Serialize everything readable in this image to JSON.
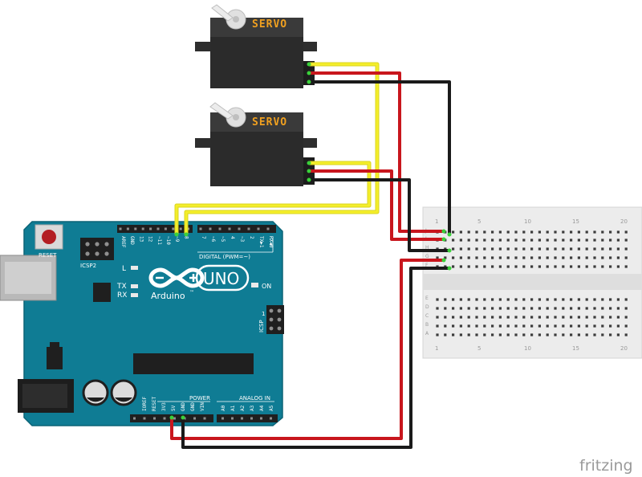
{
  "servos": [
    {
      "id": "servo-1",
      "label": "SERVO"
    },
    {
      "id": "servo-2",
      "label": "SERVO"
    }
  ],
  "arduino": {
    "reset_label": "RESET",
    "icsp2_label": "ICSP2",
    "icsp_label": "ICSP",
    "l_label": "L",
    "tx_label": "TX",
    "rx_label": "RX",
    "on_label": "ON",
    "uno_label": "UNO",
    "brand_label": "Arduino",
    "tm_mark": "™",
    "digital_label": "DIGITAL (PWM=~)",
    "power_label": "POWER",
    "analog_label": "ANALOG IN",
    "digital_pins": [
      "AREF",
      "GND",
      "13",
      "12",
      "~11",
      "~10",
      "~9",
      "8",
      "7",
      "~6",
      "~5",
      "4",
      "~3",
      "2",
      "TX▶1",
      "RX◀0"
    ],
    "power_pins": [
      "IOREF",
      "RESET",
      "3V3",
      "5V",
      "GND",
      "GND",
      "VIN"
    ],
    "analog_pins": [
      "A0",
      "A1",
      "A2",
      "A3",
      "A4",
      "A5"
    ],
    "icsp_pin_one": "1"
  },
  "breadboard": {
    "column_numbers_top": [
      "1",
      "5",
      "10",
      "15",
      "20"
    ],
    "column_numbers_bottom": [
      "1",
      "5",
      "10",
      "15",
      "20"
    ],
    "row_letters_top": [
      "J",
      "I",
      "H",
      "G",
      "F"
    ],
    "row_letters_bottom": [
      "E",
      "D",
      "C",
      "B",
      "A"
    ]
  },
  "watermark": "fritzing",
  "colors": {
    "board": "#0f7c94",
    "board_dark": "#0b6477",
    "servo_body": "#2b2b2b",
    "wire_yellow": "#f4ee2a",
    "wire_red": "#c8161d",
    "wire_black": "#1a1a1a",
    "breadboard": "#e9e9e9"
  }
}
